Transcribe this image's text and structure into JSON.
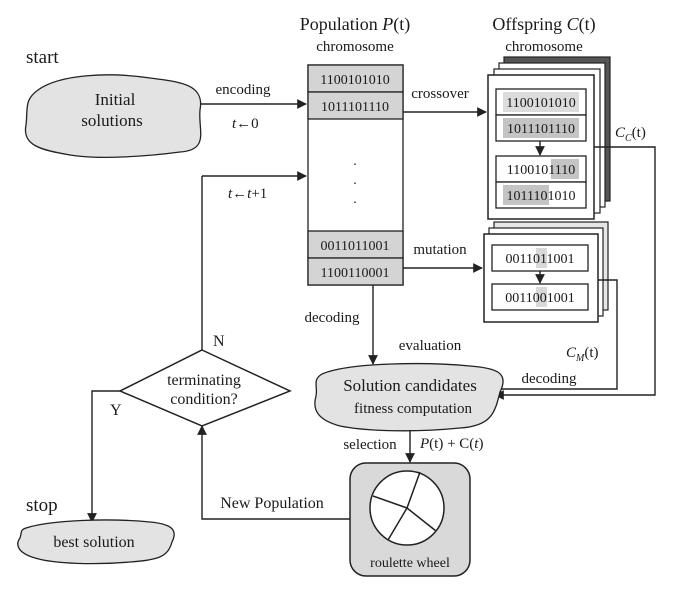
{
  "labels": {
    "start": "start",
    "stop": "stop",
    "initial_line1": "Initial",
    "initial_line2": "solutions",
    "encoding": "encoding",
    "t_init_t": "t",
    "t_init_rest": "←0",
    "t_inc_t1": "t",
    "t_inc_mid": "←",
    "t_inc_t2": "t",
    "t_inc_rest": "+1",
    "population_prefix": "Population ",
    "population_P": "P",
    "population_suffix": "(t)",
    "population_chromosome": "chromosome",
    "offspring_prefix": "Offspring ",
    "offspring_C": "C",
    "offspring_suffix": "(t)",
    "offspring_chromosome": "chromosome",
    "crossover": "crossover",
    "mutation": "mutation",
    "decoding_left": "decoding",
    "decoding_right": "decoding",
    "evaluation": "evaluation",
    "cc_C": "C",
    "cc_sub": "C",
    "cc_rest": "(t)",
    "cm_C": "C",
    "cm_sub": "M",
    "cm_rest": "(t)",
    "solution_candidates": "Solution candidates",
    "fitness_computation": "fitness computation",
    "selection": "selection",
    "pc_P": "P",
    "pc_t1": "(t) + C(",
    "pc_t": "t",
    "pc_close": ")",
    "new_population": "New Population",
    "roulette_wheel": "roulette wheel",
    "cond_line1": "terminating",
    "cond_line2": "condition?",
    "N": "N",
    "Y": "Y",
    "best_solution": "best solution",
    "ellipsis_dot": "."
  },
  "population": {
    "top": [
      "1100101010",
      "1011101110"
    ],
    "bottom": [
      "0011011001",
      "1100110001"
    ]
  },
  "crossover": {
    "parents": [
      "1100101010",
      "1011101110"
    ],
    "child1_a": "110010",
    "child1_b": "1110",
    "child2_a": "101110",
    "child2_b": "1010"
  },
  "mutation": {
    "before_a": "0011",
    "before_b": "0",
    "before_c": "11001",
    "after_a": "0011",
    "after_b": "0",
    "after_c": "01001"
  },
  "colors": {
    "cloud_fill": "#e3e3e3",
    "pop_cell_fill": "#d4d4d4",
    "highlight": "#d8d8d8",
    "roulette_fill": "#d9d9d9",
    "dark_stack": "#555555"
  }
}
